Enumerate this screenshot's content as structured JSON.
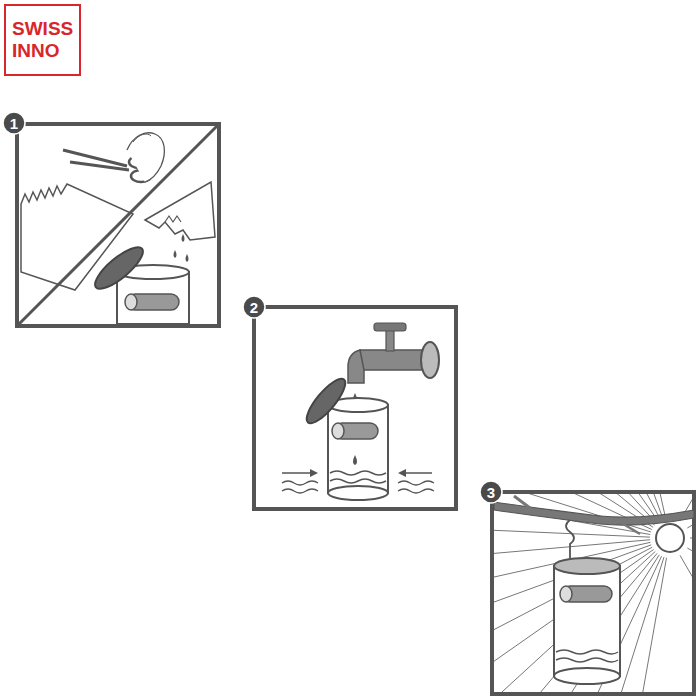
{
  "diagram": {
    "nodes": [
      {
        "text": [
          "SWISS INNO"
        ]
      },
      {
        "text": [
          "1"
        ]
      },
      {
        "text": [
          "2"
        ]
      },
      {
        "text": [
          "3"
        ]
      }
    ]
  }
}
